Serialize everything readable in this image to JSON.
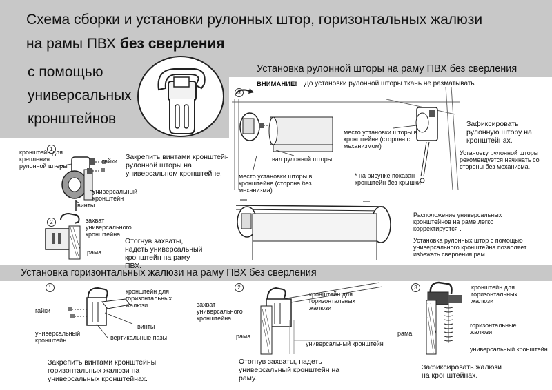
{
  "title": {
    "line1": "Схема сборки и установки рулонных штор, горизонтальных жалюзи",
    "line2_prefix": "на рамы ПВХ ",
    "line2_bold": "без сверления",
    "sub1": "с помощью",
    "sub2": "универсальных",
    "sub3": "кронштейнов"
  },
  "roller": {
    "header": "Установка рулонной шторы на раму ПВХ без сверления",
    "warning_label": "ВНИМАНИЕ!",
    "warning_text": "До установки рулонной шторы ткань не разматывать",
    "step1": {
      "num": "1",
      "label_bracket": "кронштейн для крепления рулонной шторы",
      "label_nuts": "гайки",
      "label_universal": "универсальный кронштейн",
      "label_screws": "винты",
      "caption": "Закрепить винтами кронштейн рулонной шторы на универсальном кронштейне."
    },
    "step2": {
      "num": "2",
      "label_grip": "захват универсального кронштейна",
      "label_frame": "рама",
      "caption": "Отогнув захваты, надеть универсальный кронштейн на раму ПВХ."
    },
    "step3": {
      "num": "3",
      "label_shaft": "вал рулонной шторы",
      "label_place_no_mech": "место установки шторы в кронштейне (сторона без механизма)",
      "label_place_mech": "место установки шторы в кронштейне (сторона с механизмом)",
      "label_note_cover": "* на рисунке показан кронштейн без крышки",
      "fix_title": "Зафиксировать рулонную штору на кронштейнах.",
      "fix_note": "Установку рулонной шторы рекомендуется начинать со стороны без механизма.",
      "position_note": "Расположение универсальных кронштейнов на раме легко корректируется .",
      "benefit_note": "Установка рулонных штор с помощью универсального кронштейна позволяет избежать сверления рам."
    }
  },
  "blinds": {
    "header": "Установка горизонтальных жалюзи на раму ПВХ без сверления",
    "step1": {
      "num": "1",
      "label_bracket": "кронштейн для горизонтальных жалюзи",
      "label_nuts": "гайки",
      "label_universal": "универсальный кронштейн",
      "label_screws": "винты",
      "label_slots": "вертикальные пазы",
      "caption": "Закрепить винтами кронштейны горизонтальных жалюзи на универсальных кронштейнах."
    },
    "step2": {
      "num": "2",
      "label_grip": "захват универсального кронштейна",
      "label_bracket": "кронштейн для горизонтальных жалюзи",
      "label_frame": "рама",
      "label_universal": "универсальный кронштейн",
      "caption": "Отогнув захваты, надеть универсальный кронштейн на раму."
    },
    "step3": {
      "num": "3",
      "label_bracket": "кронштейн для горизонтальных жалюзи",
      "label_frame": "рама",
      "label_blinds": "горизонтальные жалюзи",
      "label_universal": "универсальный кронштейн",
      "caption": "Зафиксировать жалюзи на кронштейнах."
    }
  }
}
